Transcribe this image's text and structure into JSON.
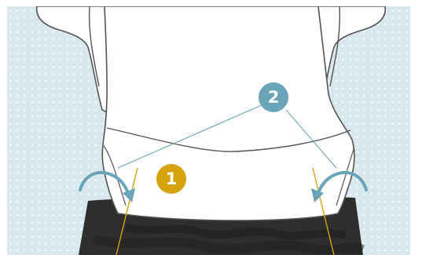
{
  "colors": {
    "background": "#d9e8ee",
    "dots": "#ffffff",
    "shirt": "#ffffff",
    "outline": "#545454",
    "badge_one": "#d6a30f",
    "badge_two": "#6aa4b8",
    "arrow": "#6aa4b8",
    "guide_line": "#d6a30f",
    "pointer_line": "#6aa4b8",
    "trousers": "#2e2e2c"
  },
  "callouts": [
    {
      "id": "1",
      "label": "1",
      "icon": "number-badge-icon"
    },
    {
      "id": "2",
      "label": "2",
      "icon": "number-badge-icon"
    }
  ],
  "icons": {
    "left_arrow": "curved-arrow-icon",
    "right_arrow": "curved-arrow-icon"
  }
}
